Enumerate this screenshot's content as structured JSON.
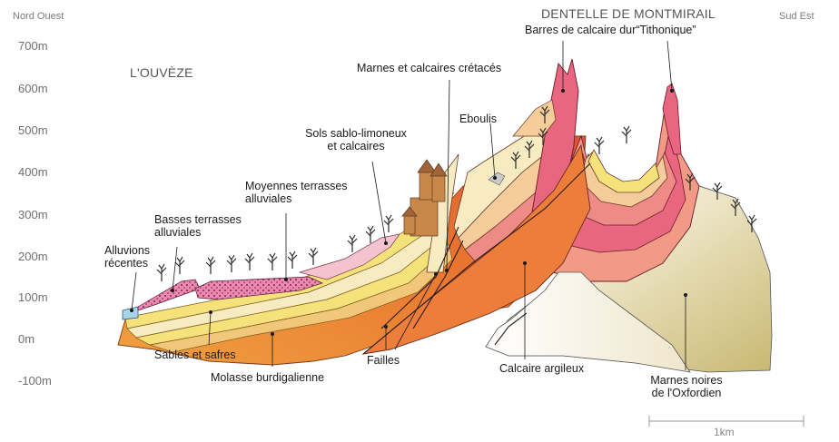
{
  "orientation": {
    "left": "Nord Ouest",
    "right": "Sud Est"
  },
  "altitudes": [
    "700m",
    "600m",
    "500m",
    "400m",
    "300m",
    "200m",
    "100m",
    "0m",
    "-100m"
  ],
  "place_names": {
    "ouveze": "L'OUVÈZE",
    "dentelle": "DENTELLE DE MONTMIRAIL"
  },
  "labels": {
    "tithonique": "Barres de calcaire dur“Tithonique”",
    "marnes_cretaces": "Marnes et calcaires crétacés",
    "eboulis": "Eboulis",
    "sols_line1": "Sols sablo-limoneux",
    "sols_line2": "et calcaires",
    "moyennes_line1": "Moyennes terrasses",
    "moyennes_line2": "alluviales",
    "basses_line1": "Basses terrasses",
    "basses_line2": "alluviales",
    "alluvions_line1": "Alluvions",
    "alluvions_line2": "récentes",
    "sables": "Sables et safres",
    "molasse": "Molasse burdigalienne",
    "failles": "Failles",
    "calcaire_argileux": "Calcaire argileux",
    "marnes_noires_line1": "Marnes noires",
    "marnes_noires_line2": "de l'Oxfordien"
  },
  "scale": {
    "label": "1km"
  },
  "colors": {
    "orange": "#e8873a",
    "yellow": "#f5e27a",
    "cream": "#f7ebc2",
    "pink": "#e8667f",
    "salmon": "#f19b86",
    "khaki": "#d9c98a",
    "water": "#a8d4ea"
  }
}
